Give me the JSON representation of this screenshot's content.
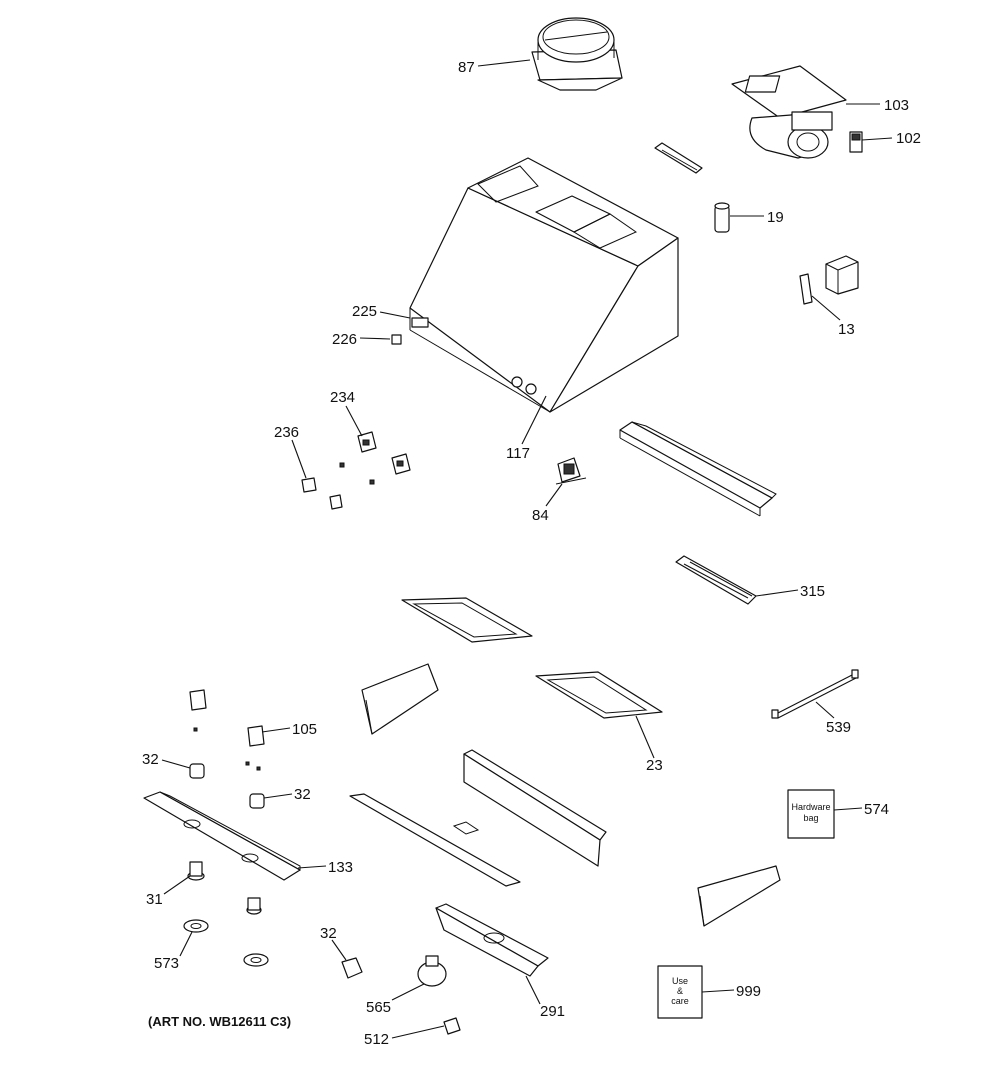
{
  "diagram": {
    "art_number": "(ART NO. WB12611 C3)",
    "callouts": [
      {
        "id": "c87",
        "text": "87"
      },
      {
        "id": "c103",
        "text": "103"
      },
      {
        "id": "c102",
        "text": "102"
      },
      {
        "id": "c19",
        "text": "19"
      },
      {
        "id": "c13",
        "text": "13"
      },
      {
        "id": "c225",
        "text": "225"
      },
      {
        "id": "c226",
        "text": "226"
      },
      {
        "id": "c234",
        "text": "234"
      },
      {
        "id": "c236",
        "text": "236"
      },
      {
        "id": "c117",
        "text": "117"
      },
      {
        "id": "c84",
        "text": "84"
      },
      {
        "id": "c315",
        "text": "315"
      },
      {
        "id": "c539",
        "text": "539"
      },
      {
        "id": "c23",
        "text": "23"
      },
      {
        "id": "c105",
        "text": "105"
      },
      {
        "id": "c32a",
        "text": "32"
      },
      {
        "id": "c32b",
        "text": "32"
      },
      {
        "id": "c133",
        "text": "133"
      },
      {
        "id": "c31",
        "text": "31"
      },
      {
        "id": "c573",
        "text": "573"
      },
      {
        "id": "c32c",
        "text": "32"
      },
      {
        "id": "c565",
        "text": "565"
      },
      {
        "id": "c291",
        "text": "291"
      },
      {
        "id": "c574",
        "text": "574"
      },
      {
        "id": "c999",
        "text": "999"
      },
      {
        "id": "c512",
        "text": "512"
      }
    ],
    "hardware_bag_text": [
      "Hardware",
      "bag"
    ],
    "use_care_text": [
      "Use",
      "&",
      "care"
    ]
  }
}
